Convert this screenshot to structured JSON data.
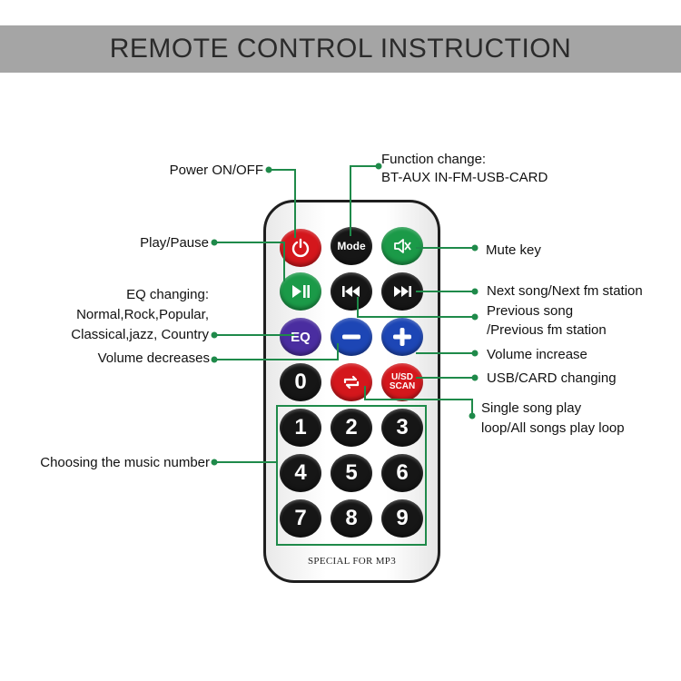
{
  "title": "REMOTE CONTROL INSTRUCTION",
  "remote": {
    "footer": "SPECIAL FOR MP3",
    "buttons": {
      "mode": "Mode",
      "eq": "EQ",
      "scan_line1": "U/SD",
      "scan_line2": "SCAN",
      "numbers": [
        "0",
        "1",
        "2",
        "3",
        "4",
        "5",
        "6",
        "7",
        "8",
        "9"
      ]
    }
  },
  "labels": {
    "power": "Power ON/OFF",
    "function_line1": "Function change:",
    "function_line2": "BT-AUX IN-FM-USB-CARD",
    "play_pause": "Play/Pause",
    "mute": "Mute key",
    "eq_line1": "EQ changing:",
    "eq_line2": "Normal,Rock,Popular,",
    "eq_line3": "Classical,jazz, Country",
    "next": "Next song/Next fm station",
    "prev_line1": "Previous song",
    "prev_line2": "/Previous fm station",
    "vol_down": "Volume decreases",
    "vol_up": "Volume increase",
    "usb": "USB/CARD changing",
    "loop_line1": "Single song play",
    "loop_line2": "loop/All songs play loop",
    "number": "Choosing the music number"
  },
  "colors": {
    "banner": "#a5a5a5",
    "leader_line": "#1f8a4a",
    "power_button": "#d4171c",
    "mute_button": "#1b9a48",
    "play_button": "#1b9a48",
    "eq_button": "#4a2da0",
    "volume_button": "#1d46b5",
    "scan_button": "#d4171c",
    "loop_button": "#d4171c"
  },
  "icons": [
    "power-icon",
    "mute-speaker-icon",
    "play-pause-icon",
    "previous-track-icon",
    "next-track-icon",
    "minus-icon",
    "plus-icon",
    "loop-arrows-icon"
  ]
}
